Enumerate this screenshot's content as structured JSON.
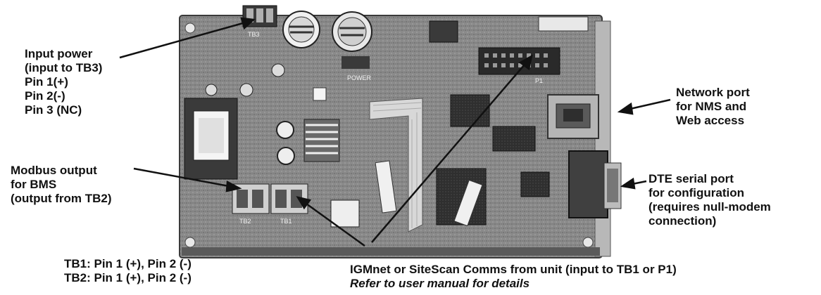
{
  "labels": {
    "input_power": [
      "Input power",
      "(input to TB3)",
      "Pin 1(+)",
      "Pin 2(-)",
      "Pin 3 (NC)"
    ],
    "modbus": [
      "Modbus output",
      "for BMS",
      "(output from TB2)"
    ],
    "network": [
      "Network port",
      "for NMS and",
      "Web access"
    ],
    "dte": [
      "DTE serial port",
      "for configuration",
      "(requires null-modem",
      "connection)"
    ],
    "terminal_pins": [
      "TB1: Pin 1 (+), Pin 2 (-)",
      "TB2: Pin 1 (+), Pin 2 (-)"
    ],
    "comms": "IGMnet or SiteScan Comms from unit (input to TB1 or P1)",
    "manual_note": "Refer to user manual for details"
  },
  "board_text": {
    "power_led": "POWER",
    "tb3": "TB3",
    "tb2": "TB2",
    "tb1": "TB1",
    "p1": "P1"
  },
  "colors": {
    "board": "#8e8e8e",
    "board_dark": "#4a4a4a",
    "text": "#111111"
  }
}
